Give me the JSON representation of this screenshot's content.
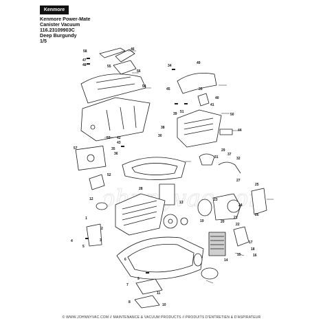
{
  "brand": {
    "logo_text": "Kenmore"
  },
  "header": {
    "line1": "Kenmore Power-Mate",
    "line2": "Canister Vacuum",
    "line3": "116.23109903C",
    "line4": "Deep Burgundy",
    "line5": "1/5"
  },
  "watermark_text": "johnnyvac.com",
  "footer_text": "© WWW.JOHNNYVAC.COM // MAINTENANCE & VACUUM PRODUCTS // PRODUITS D'ENTRETIEN & D'ASPIRATEUR",
  "callouts": [
    "58",
    "47",
    "48",
    "46",
    "55",
    "56",
    "54",
    "53",
    "57",
    "42",
    "43",
    "34",
    "49",
    "52",
    "12",
    "2",
    "1",
    "3",
    "4",
    "5",
    "6",
    "7",
    "8",
    "9",
    "10",
    "11",
    "13",
    "14",
    "15",
    "16",
    "17",
    "18",
    "19",
    "20",
    "21",
    "22",
    "23",
    "24",
    "25",
    "26",
    "27",
    "28",
    "29",
    "30",
    "31",
    "32",
    "33",
    "35",
    "36",
    "37",
    "38",
    "39",
    "40",
    "41",
    "44",
    "45",
    "50",
    "51"
  ],
  "colors": {
    "line": "#1a1a1a",
    "part_fill": "#ffffff",
    "accent_part": "#cfcfcf"
  }
}
